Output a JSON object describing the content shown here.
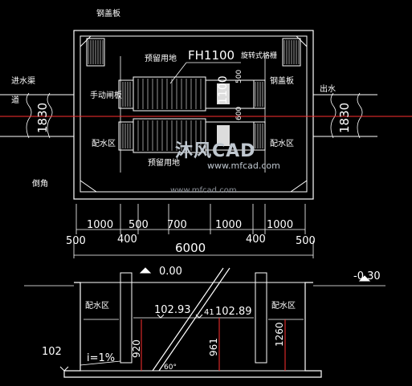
{
  "plan": {
    "label_steel_plate_top": "钢盖板",
    "label_inlet_channel": "进水渠",
    "label_inlet": "道",
    "label_outlet": "出水",
    "label_manual_gate": "手动闸板",
    "label_reserved_1": "预留用地",
    "label_reserved_2": "预留用地",
    "label_distribution": "配水区",
    "label_distribution_2": "配水区",
    "label_steel_plate_right": "钢盖板",
    "label_chamfer": "倒角",
    "model": "FH1100",
    "model_desc": "旋转式格栅",
    "dim_1100": "1100",
    "dim_500_side": "500",
    "dim_600_side": "600",
    "pipe_in": "1830",
    "pipe_out": "1830"
  },
  "dims": {
    "row1": [
      "1000",
      "500",
      "700",
      "1000",
      "1000"
    ],
    "row2_left": "500",
    "row2_400a": "400",
    "row2_total": "6000",
    "row2_400b": "400",
    "row2_right": "500"
  },
  "section": {
    "level_000": "0.00",
    "level_neg030": "-0.30",
    "level_10293": "102.93",
    "level_10289": "102.89",
    "level_102": "102",
    "slope": "i=1%",
    "label_dist_left": "配水区",
    "label_dist_right": "配水区",
    "dim_920": "920",
    "dim_961": "961",
    "dim_1260": "1260",
    "angle": "60°",
    "marker_41": "41"
  },
  "watermark": {
    "logo": "沐风CAD",
    "url": "www.mfcad.com",
    "url2": "www.mfcad.com"
  }
}
